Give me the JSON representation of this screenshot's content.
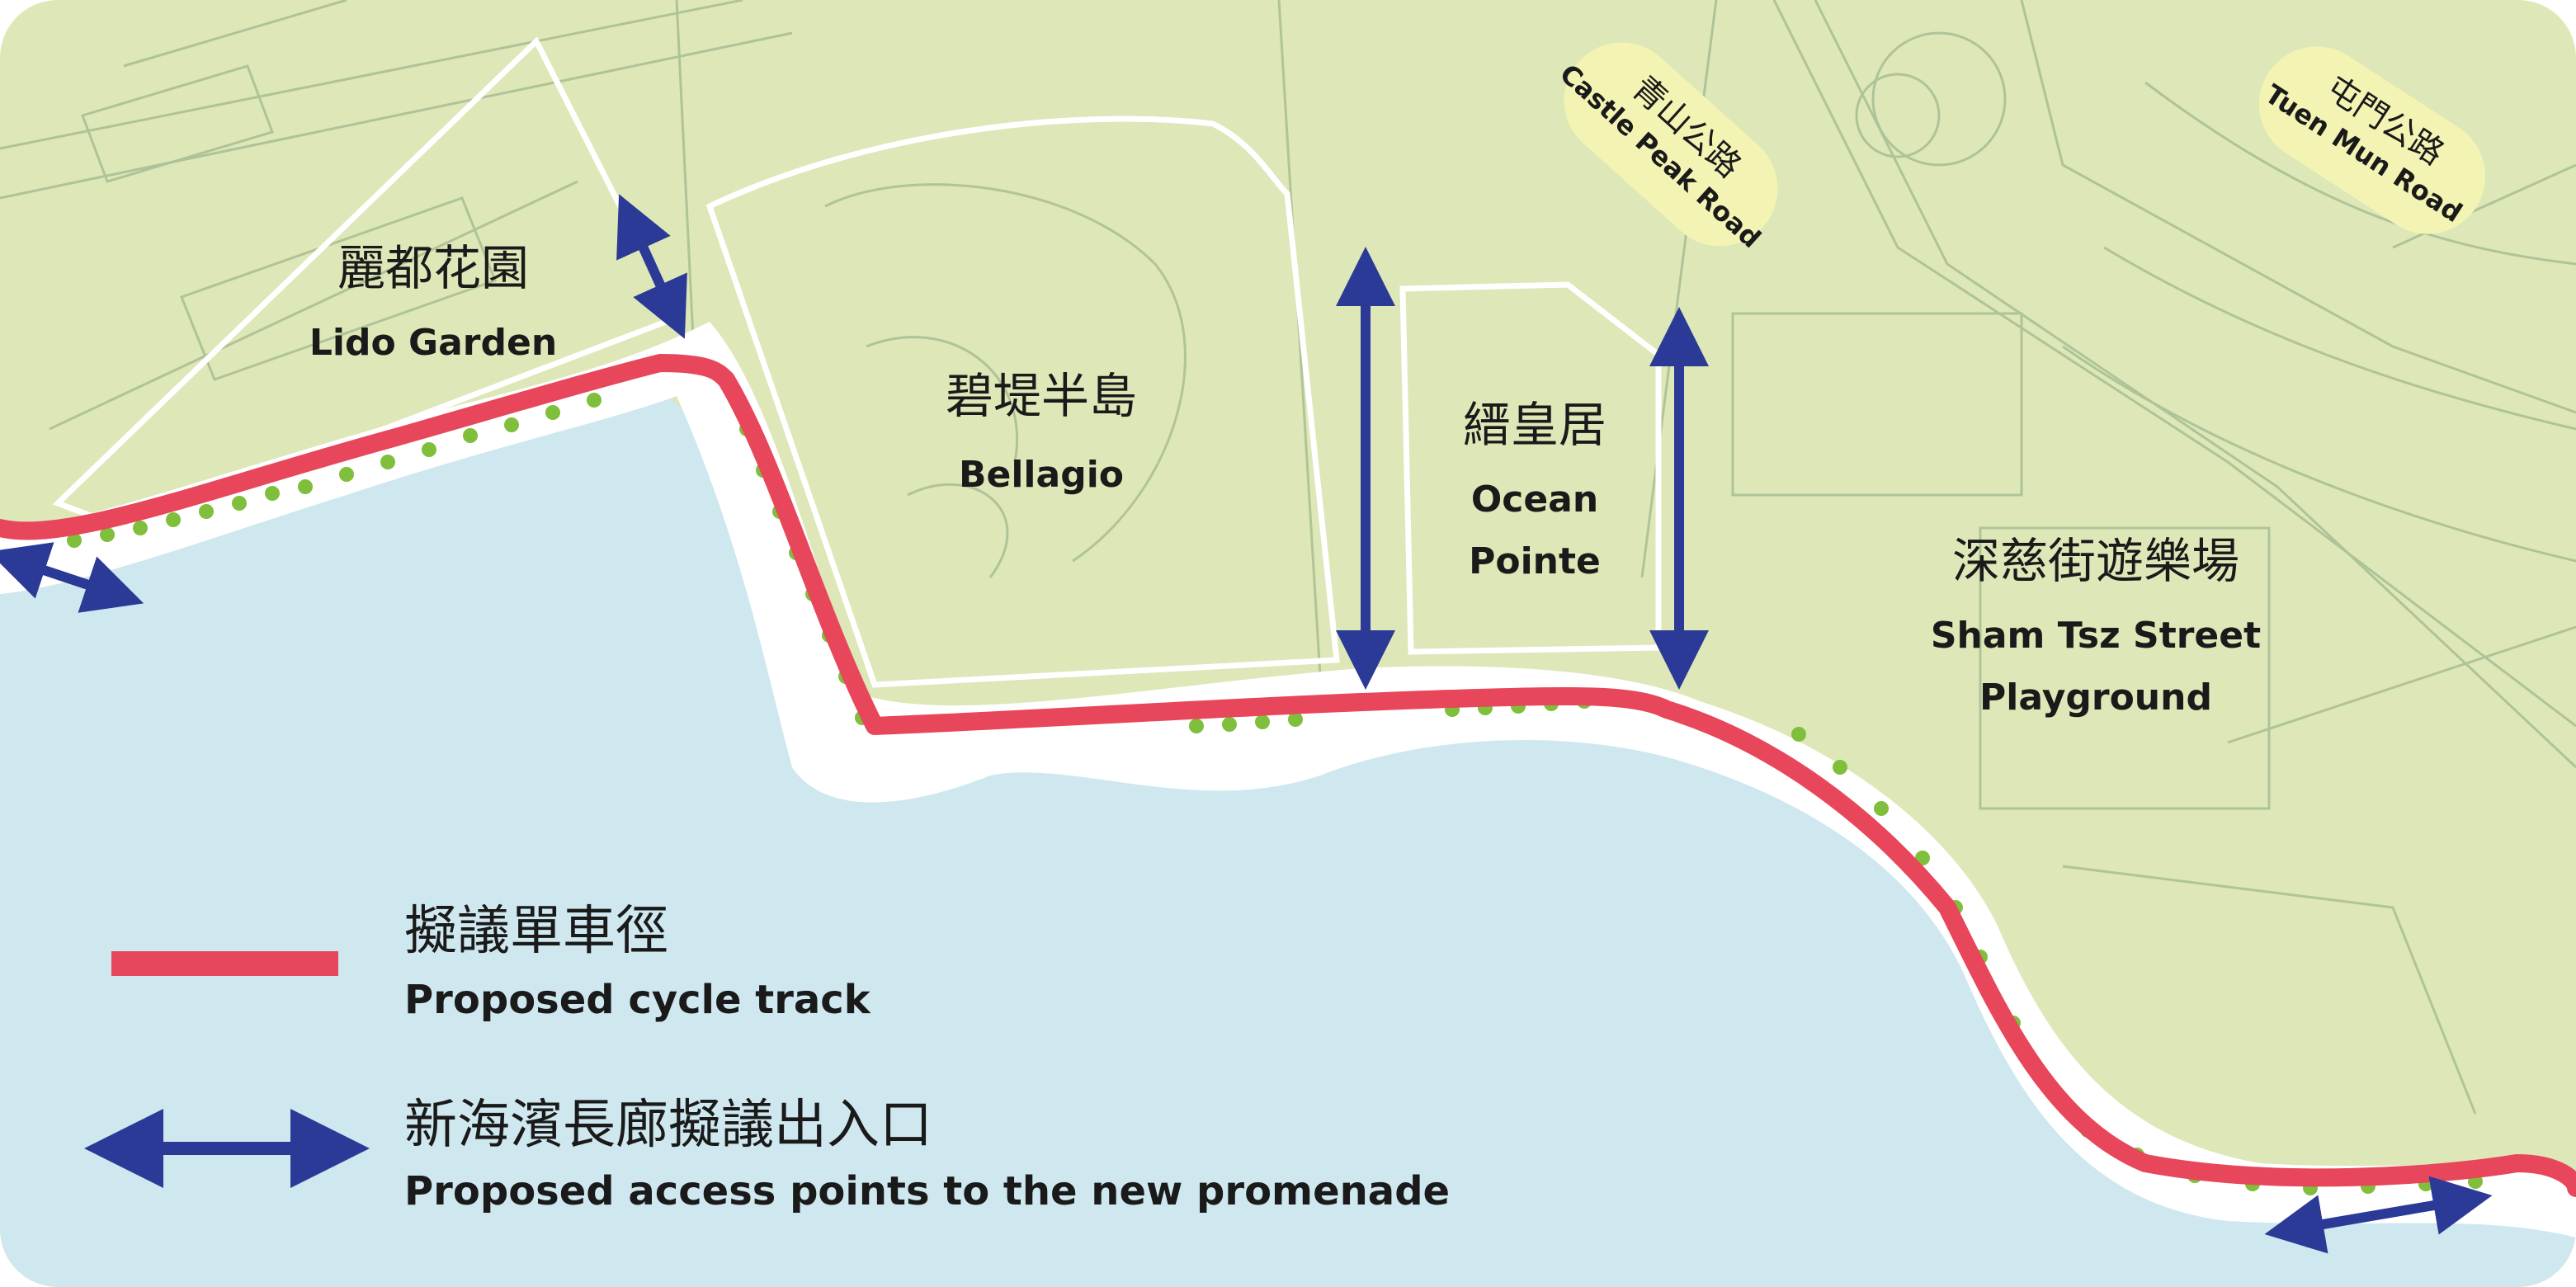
{
  "colors": {
    "land": "#dde7b7",
    "land_lines": "#9fb98e",
    "sea": "#cfe8ef",
    "promenade": "#ffffff",
    "cycle_track": "#e8465a",
    "access_arrow": "#2b3a96",
    "trees": "#7fbf3c",
    "road_badge": "#f3f4b4"
  },
  "places": {
    "lido_garden": {
      "zh": "麗都花園",
      "en": "Lido Garden"
    },
    "bellagio": {
      "zh": "碧堤半島",
      "en": "Bellagio"
    },
    "ocean_pointe": {
      "zh": "縉皇居",
      "en_line1": "Ocean",
      "en_line2": "Pointe"
    },
    "sham_tsz": {
      "zh": "深慈街遊樂場",
      "en_line1": "Sham Tsz Street",
      "en_line2": "Playground"
    }
  },
  "roads": {
    "castle_peak": {
      "zh": "青山公路",
      "en": "Castle Peak Road"
    },
    "tuen_mun": {
      "zh": "屯門公路",
      "en": "Tuen Mun Road"
    }
  },
  "legend": {
    "cycle_track": {
      "zh": "擬議單車徑",
      "en": "Proposed cycle track",
      "icon": "red-line-icon"
    },
    "access_points": {
      "zh": "新海濱長廊擬議出入口",
      "en": "Proposed access points to the new promenade",
      "icon": "double-arrow-icon"
    }
  }
}
